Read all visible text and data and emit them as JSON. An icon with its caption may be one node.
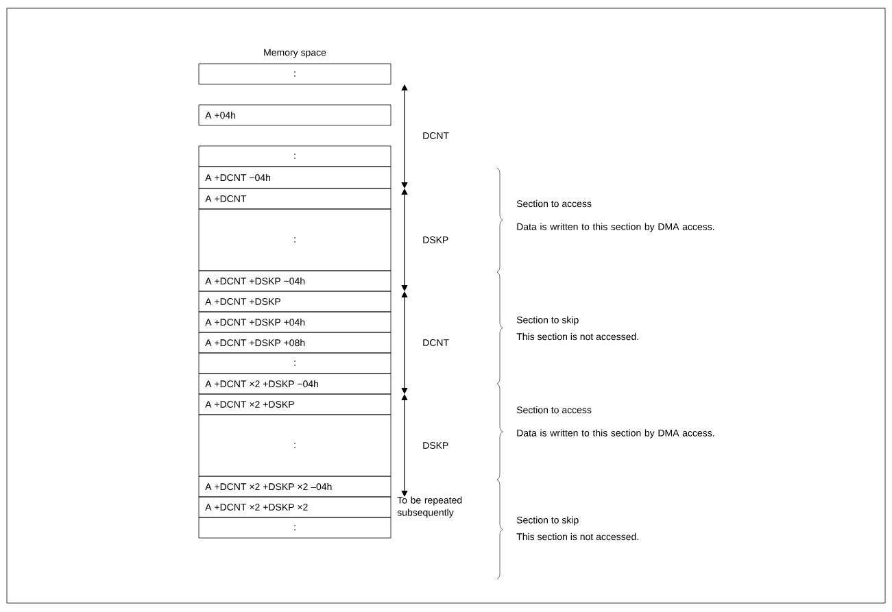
{
  "diagram": {
    "title": "Memory space",
    "nodes": [
      {
        "text": [
          ":"
        ]
      },
      {
        "text": [
          "A +04h"
        ]
      },
      {
        "text": [
          ":"
        ]
      },
      {
        "text": [
          "A +DCNT −04h"
        ]
      },
      {
        "text": [
          "A +DCNT"
        ]
      },
      {
        "text": [
          ":"
        ]
      },
      {
        "text": [
          "A +DCNT +DSKP −04h"
        ]
      },
      {
        "text": [
          "A +DCNT +DSKP"
        ]
      },
      {
        "text": [
          "A +DCNT +DSKP +04h"
        ]
      },
      {
        "text": [
          "A +DCNT +DSKP +08h"
        ]
      },
      {
        "text": [
          ":"
        ]
      },
      {
        "text": [
          "A +DCNT ×2 +DSKP −04h"
        ]
      },
      {
        "text": [
          "A +DCNT ×2 +DSKP"
        ]
      },
      {
        "text": [
          ":"
        ]
      },
      {
        "text": [
          "A +DCNT ×2 +DSKP ×2 –04h"
        ]
      },
      {
        "text": [
          "A +DCNT ×2 +DSKP ×2"
        ]
      },
      {
        "text": [
          ":"
        ]
      }
    ],
    "labels": [
      "DCNT",
      "Section to access",
      "Data is written to this section by DMA access.",
      "DSKP",
      "Section to skip",
      "This section is not accessed.",
      "DCNT",
      "Section to access",
      "Data is written to this section by DMA access.",
      "DSKP",
      "To be repeated subsequently",
      "Section to skip",
      "This section is not accessed."
    ]
  }
}
